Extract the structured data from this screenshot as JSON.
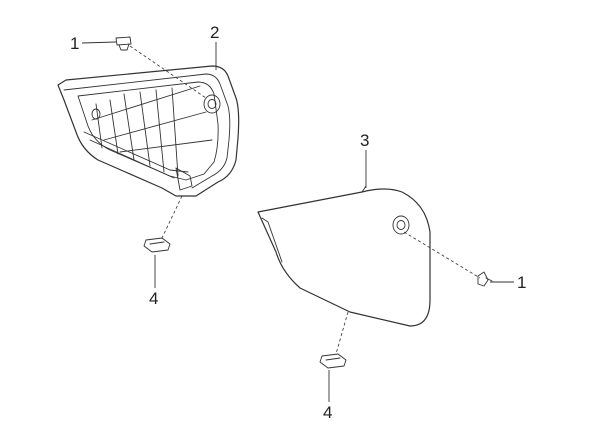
{
  "labels": {
    "screw_left": "1",
    "frame": "2",
    "cover": "3",
    "grommet_left": "4",
    "screw_right": "1",
    "grommet_right": "4"
  }
}
